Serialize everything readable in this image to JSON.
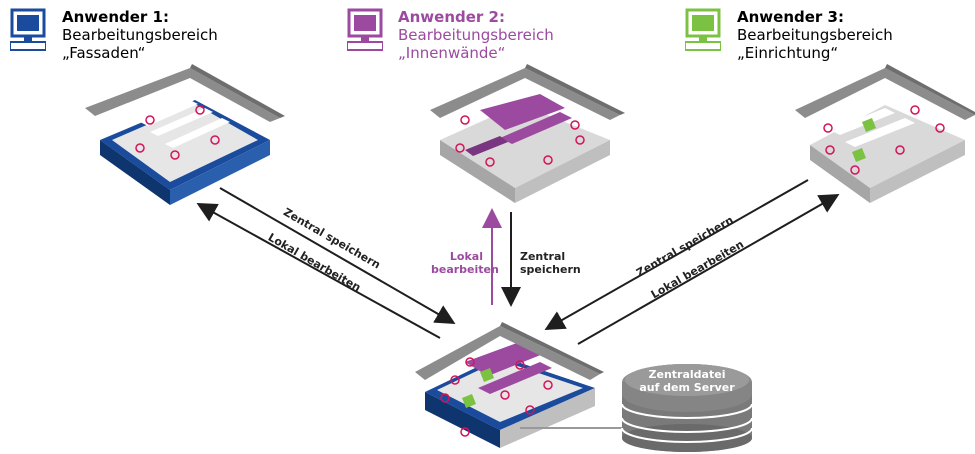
{
  "users": [
    {
      "title": "Anwender 1:",
      "area_label": "Bearbeitungsbereich",
      "area": "„Fassaden“",
      "color": "#1a4b9c"
    },
    {
      "title": "Anwender 2:",
      "area_label": "Bearbeitungsbereich",
      "area": "„Innenwände“",
      "color": "#9b4aa0"
    },
    {
      "title": "Anwender 3:",
      "area_label": "Bearbeitungsbereich",
      "area": "„Einrichtung“",
      "color": "#7cc242"
    }
  ],
  "arrows": {
    "left_save": "Zentral speichern",
    "left_edit": "Lokal bearbeiten",
    "mid_edit": "Lokal bearbeiten",
    "mid_save": "Zentral speichern",
    "right_save": "Zentral speichern",
    "right_edit": "Lokal bearbeiten"
  },
  "server": {
    "label_line1": "Zentraldatei",
    "label_line2": "auf dem Server"
  },
  "colors": {
    "arrow": "#1e1e1e",
    "arrow_purple": "#9b4aa0",
    "roof": "#8c8c8c",
    "floor": "#d9d9d9",
    "blocked": "#d4145a"
  },
  "icons": [
    "monitor-icon",
    "house-model-icon",
    "server-database-icon",
    "blocked-icon"
  ]
}
